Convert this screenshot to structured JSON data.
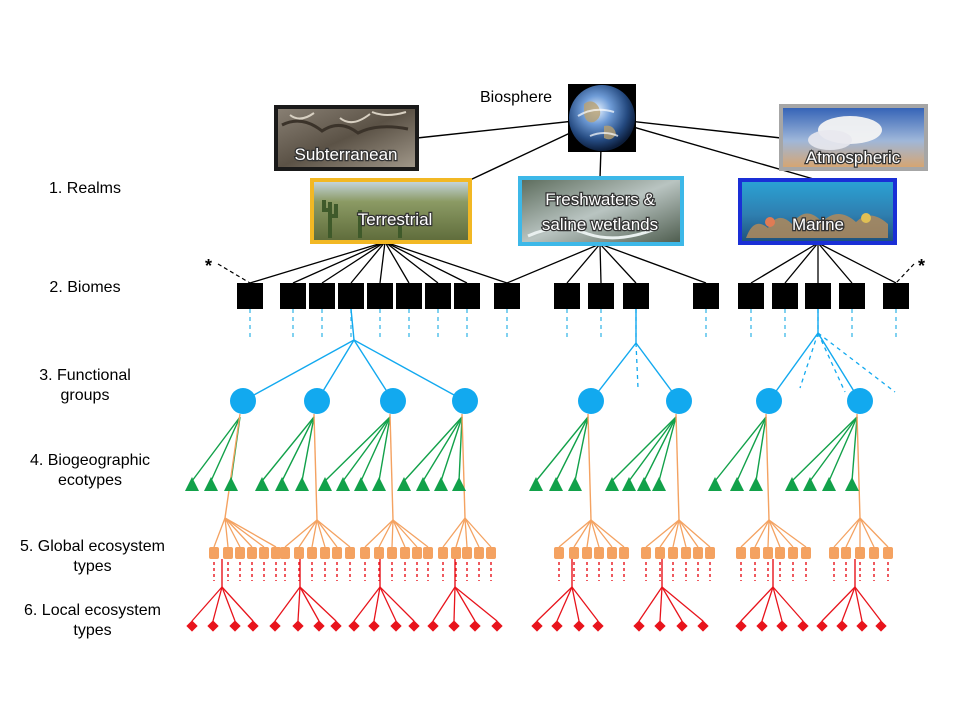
{
  "root": {
    "label": "Biosphere"
  },
  "realms": [
    {
      "id": "subterranean",
      "label": "Subterranean",
      "border": "#1a1a1a"
    },
    {
      "id": "atmospheric",
      "label": "Atmospheric",
      "border": "#a6a6a6"
    },
    {
      "id": "terrestrial",
      "label": "Terrestrial",
      "border": "#f2b824"
    },
    {
      "id": "freshwater",
      "label": "Freshwaters & saline wetlands",
      "lines": [
        "Freshwaters &",
        "saline wetlands"
      ],
      "border": "#3db8e8"
    },
    {
      "id": "marine",
      "label": "Marine",
      "border": "#1a2fd6"
    }
  ],
  "levels": [
    {
      "id": "realms",
      "lines": [
        "1. Realms"
      ]
    },
    {
      "id": "biomes",
      "lines": [
        "2. Biomes"
      ]
    },
    {
      "id": "functional-groups",
      "lines": [
        "3. Functional",
        "groups"
      ]
    },
    {
      "id": "biogeographic-ecotypes",
      "lines": [
        "4. Biogeographic",
        "ecotypes"
      ]
    },
    {
      "id": "global-ecosystem-types",
      "lines": [
        "5. Global ecosystem",
        "types"
      ]
    },
    {
      "id": "local-ecosystem-types",
      "lines": [
        "6. Local ecosystem",
        "types"
      ]
    }
  ],
  "annotations": {
    "asterisk": "*"
  },
  "colors": {
    "realm_lines": "#000000",
    "biome": "#000000",
    "biome_dash": "#3db8e8",
    "functional_group": "#12a9ef",
    "ecotype": "#12a14a",
    "global_type": "#f4a261",
    "local_type": "#e8141c"
  }
}
